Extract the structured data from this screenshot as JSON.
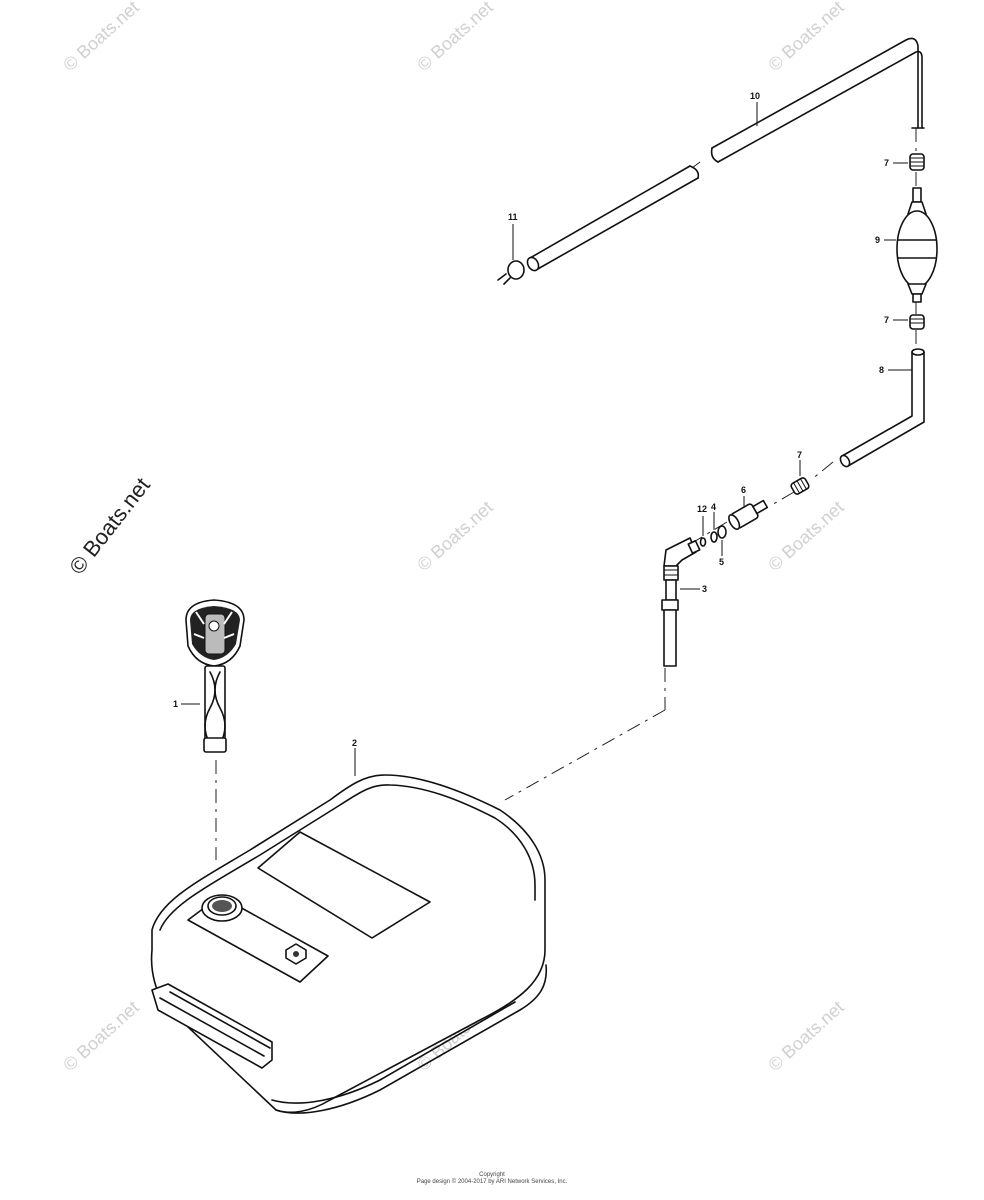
{
  "watermark": {
    "text": "© Boats.net",
    "small_text": "© Boats.net"
  },
  "callouts": [
    {
      "id": "1",
      "label": "1"
    },
    {
      "id": "2",
      "label": "2"
    },
    {
      "id": "3",
      "label": "3"
    },
    {
      "id": "4",
      "label": "4"
    },
    {
      "id": "5",
      "label": "5"
    },
    {
      "id": "6",
      "label": "6"
    },
    {
      "id": "7a",
      "label": "7"
    },
    {
      "id": "7b",
      "label": "7"
    },
    {
      "id": "7c",
      "label": "7"
    },
    {
      "id": "8",
      "label": "8"
    },
    {
      "id": "9",
      "label": "9"
    },
    {
      "id": "10",
      "label": "10"
    },
    {
      "id": "11",
      "label": "11"
    },
    {
      "id": "12",
      "label": "12"
    }
  ],
  "copyright": {
    "line1": "Copyright",
    "line2": "Page design © 2004-2017 by ARI Network Services, Inc."
  }
}
